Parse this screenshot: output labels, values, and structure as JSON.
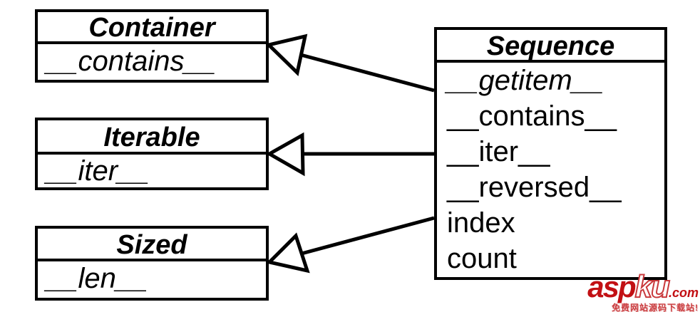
{
  "diagram": {
    "type": "uml-class-diagram",
    "classes": [
      {
        "name": "Container",
        "members": [
          {
            "text": "__contains__",
            "abstract": true
          }
        ]
      },
      {
        "name": "Iterable",
        "members": [
          {
            "text": "__iter__",
            "abstract": true
          }
        ]
      },
      {
        "name": "Sized",
        "members": [
          {
            "text": "__len__",
            "abstract": true
          }
        ]
      },
      {
        "name": "Sequence",
        "members": [
          {
            "text": "__getitem__",
            "abstract": true
          },
          {
            "text": "__contains__",
            "abstract": false
          },
          {
            "text": "__iter__",
            "abstract": false
          },
          {
            "text": "__reversed__",
            "abstract": false
          },
          {
            "text": "index",
            "abstract": false
          },
          {
            "text": "count",
            "abstract": false
          }
        ]
      }
    ],
    "relations": [
      {
        "from": "Sequence",
        "to": "Container",
        "type": "inheritance"
      },
      {
        "from": "Sequence",
        "to": "Iterable",
        "type": "inheritance"
      },
      {
        "from": "Sequence",
        "to": "Sized",
        "type": "inheritance"
      }
    ],
    "colors": {
      "line": "#000000",
      "box_fill": "#ffffff",
      "text": "#000000"
    }
  },
  "watermark": {
    "brand_asp": "asp",
    "brand_ku": "ku",
    "brand_domain": ".com",
    "tagline": "免费网站源码下载站!",
    "accent_red": "#c21014"
  }
}
